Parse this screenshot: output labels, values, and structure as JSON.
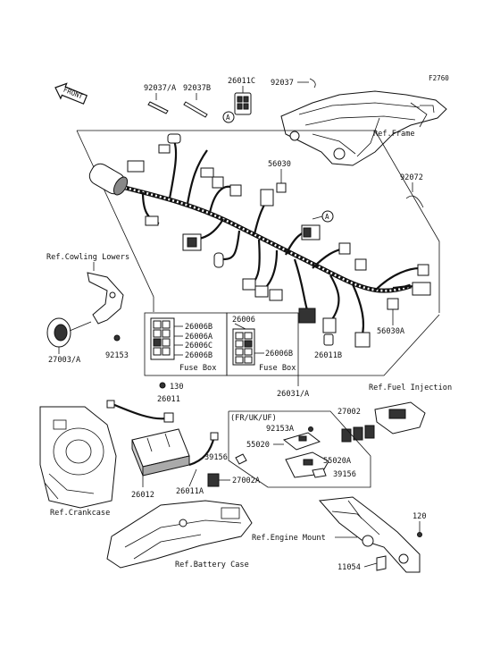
{
  "diagram_code": "F2760",
  "front_label": "FRONT",
  "callout_letter": "A",
  "part_labels": {
    "p92037A": "92037/A",
    "p92037B": "92037B",
    "p26011C": "26011C",
    "p92037": "92037",
    "p56030": "56030",
    "p92072": "92072",
    "p26006B_1": "26006B",
    "p26006A": "26006A",
    "p26006C": "26006C",
    "p26006B_2": "26006B",
    "p26006": "26006",
    "p26006B_3": "26006B",
    "p56030A": "56030A",
    "p26011B": "26011B",
    "p26031A": "26031/A",
    "p27003A": "27003/A",
    "p92153": "92153",
    "p130": "130",
    "p26011": "26011",
    "p26012": "26012",
    "p26011A": "26011A",
    "p27002A": "27002A",
    "p27002": "27002",
    "p92153A": "92153A",
    "p55020": "55020",
    "p55020A": "55020A",
    "p39156_l": "39156",
    "p39156_r": "39156",
    "p120": "120",
    "p11054": "11054"
  },
  "ref_labels": {
    "frame": "Ref.Frame",
    "cowling": "Ref.Cowling Lowers",
    "fuel": "Ref.Fuel Injection",
    "crankcase": "Ref.Crankcase",
    "engine_mount": "Ref.Engine Mount",
    "battery_case": "Ref.Battery Case"
  },
  "fuse_box_label_1": "Fuse Box",
  "fuse_box_label_2": "Fuse Box",
  "region_label": "(FR/UK/UF)"
}
